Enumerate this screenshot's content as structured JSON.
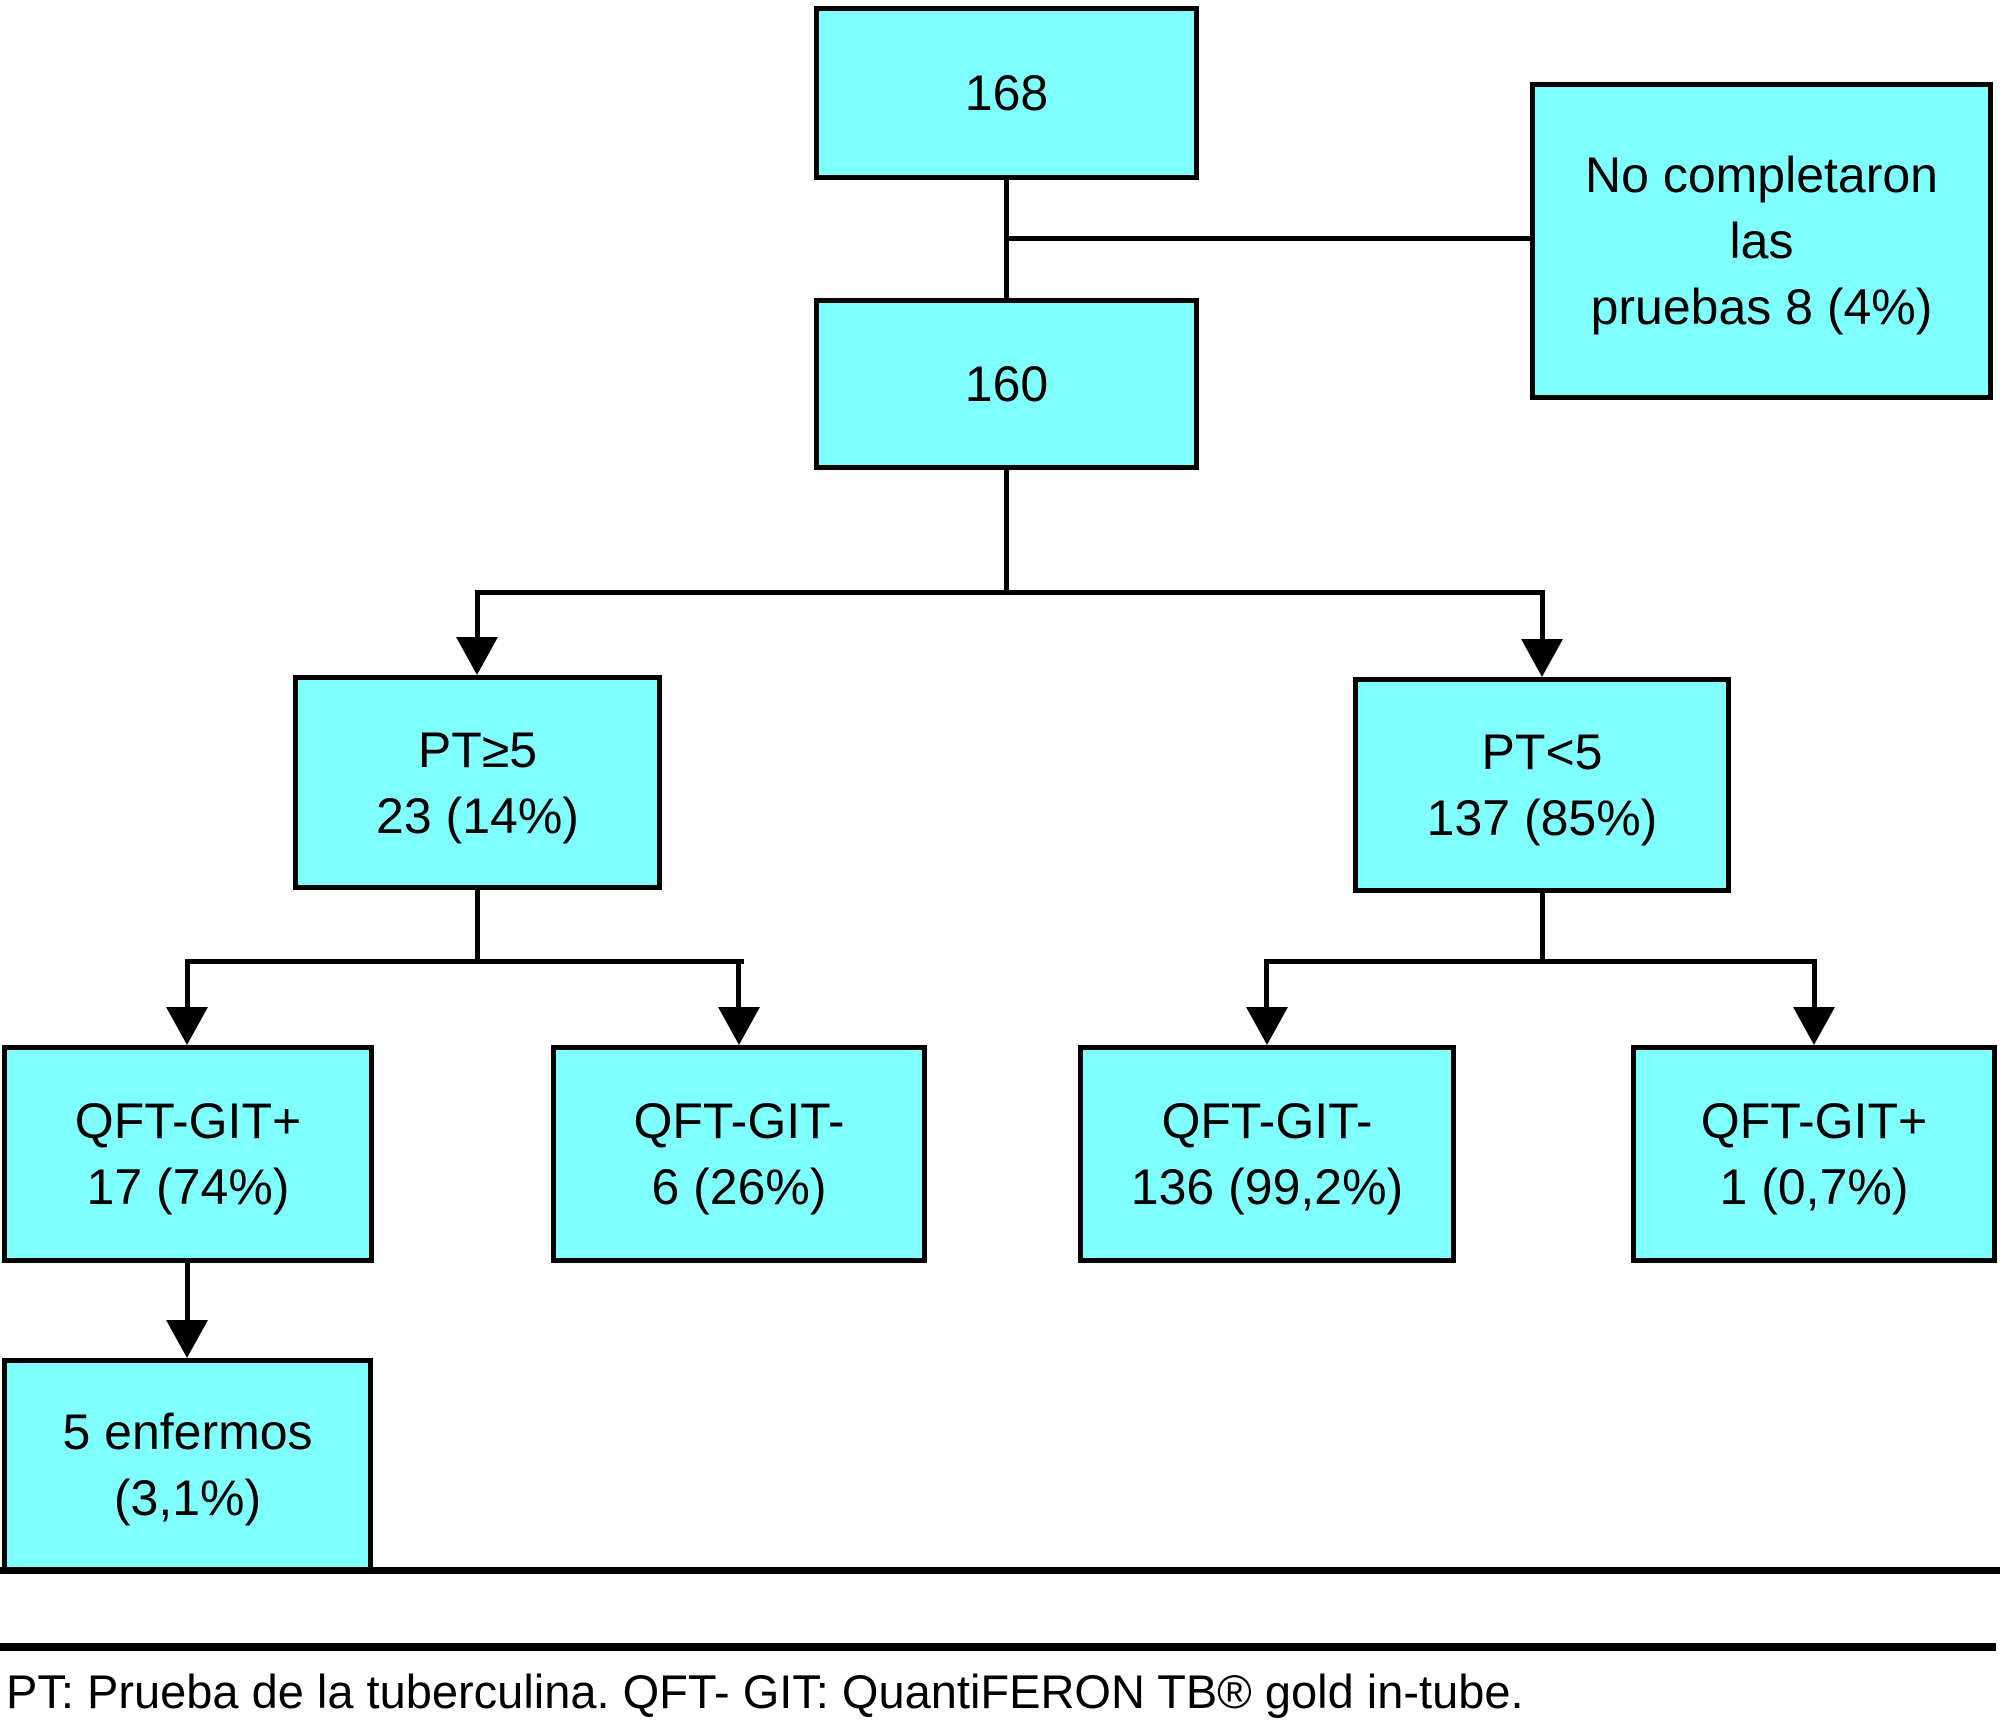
{
  "figure": {
    "type": "flowchart",
    "colors": {
      "box_fill": "#80FFFF",
      "box_border": "#000000",
      "connector": "#000000",
      "background": "#FFFFFF",
      "text": "#000000"
    },
    "nodes": {
      "total_initial": {
        "lines": [
          "168"
        ]
      },
      "not_completed": {
        "lines": [
          "No completaron",
          "las",
          "pruebas 8 (4%)"
        ]
      },
      "completed": {
        "lines": [
          "160"
        ]
      },
      "pt_ge5": {
        "lines": [
          "PT≥5",
          "23 (14%)"
        ]
      },
      "pt_lt5": {
        "lines": [
          "PT<5",
          "137 (85%)"
        ]
      },
      "qft_git_pos_left": {
        "lines": [
          "QFT-GIT+",
          "17 (74%)"
        ]
      },
      "qft_git_neg_left": {
        "lines": [
          "QFT-GIT-",
          "6 (26%)"
        ]
      },
      "qft_git_neg_right": {
        "lines": [
          "QFT-GIT-",
          "136 (99,2%)"
        ]
      },
      "qft_git_pos_right": {
        "lines": [
          "QFT-GIT+",
          "1 (0,7%)"
        ]
      },
      "sick": {
        "lines": [
          "5 enfermos",
          "(3,1%)"
        ]
      }
    },
    "footnote": "PT: Prueba de la tuberculina. QFT- GIT: QuantiFERON TB® gold in-tube."
  }
}
